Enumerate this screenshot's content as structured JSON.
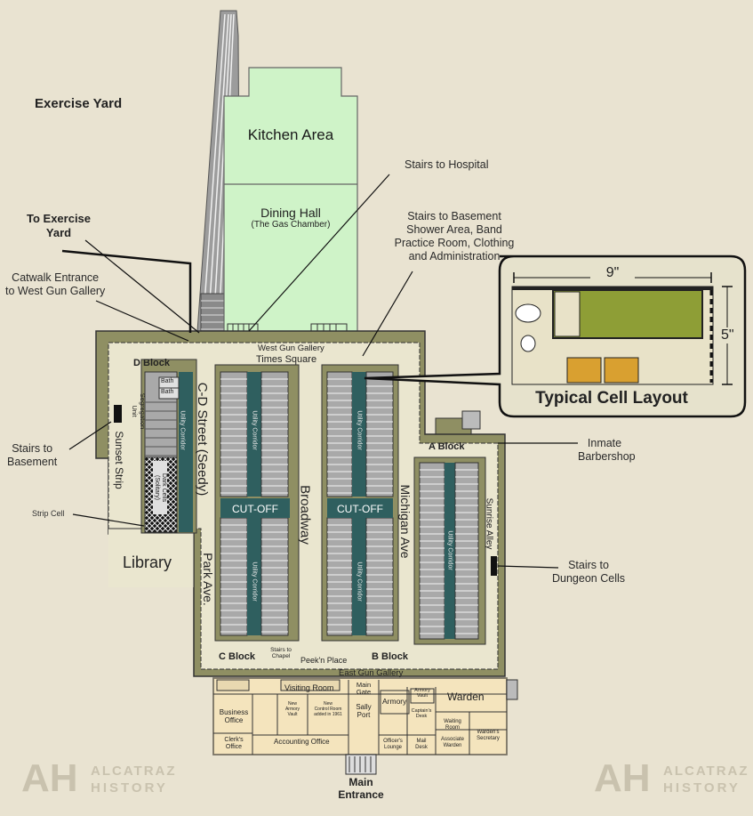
{
  "labels": {
    "exercise_yard": "Exercise Yard",
    "to_exercise_yard": "To Exercise\nYard",
    "catwalk": "Catwalk Entrance\nto West Gun Gallery",
    "stairs_to_basement_left": "Stairs to\nBasement",
    "strip_cell": "Strip Cell",
    "kitchen": "Kitchen Area",
    "dining_hall": "Dining Hall",
    "dining_hall_sub": "(The Gas Chamber)",
    "stairs_to_hospital": "Stairs to Hospital",
    "stairs_to_basement_right": "Stairs to Basement\nShower Area, Band\nPractice Room, Clothing\nand Administration",
    "west_gun_gallery": "West Gun Gallery",
    "times_square": "Times Square",
    "d_block": "D Block",
    "bath1": "Bath",
    "bath2": "Bath",
    "segregation_unit": "Segregation\nUnit",
    "sunset_strip": "Sunset Strip",
    "dark_cells": "Dark Cells\n(Solitary)",
    "utility_corridor": "Utility Corridor",
    "cd_street": "C-D Street (Seedy)",
    "library": "Library",
    "park_ave": "Park Ave.",
    "broadway": "Broadway",
    "michigan_ave": "Michigan Ave",
    "cut_off_left": "CUT-OFF",
    "cut_off_right": "CUT-OFF",
    "a_block": "A Block",
    "sunrise_alley": "Sunrise Alley",
    "inmate_barbershop": "Inmate\nBarbershop",
    "stairs_to_dungeon": "Stairs to\nDungeon Cells",
    "c_block": "C Block",
    "b_block": "B Block",
    "stairs_to_chapel": "Stairs to\nChapel",
    "peekn_place": "Peek'n Place",
    "east_gun_gallery": "East Gun Gallery",
    "visiting_room": "Visiting Room",
    "main_gate": "Main\nGate",
    "armory_vault": "Armory\nVault",
    "armory": "Armory",
    "warden": "Warden",
    "business_office": "Business\nOffice",
    "new_armory_vault": "New\nArmory\nVault",
    "new_control_room": "New\nControl Room\nadded in 1961",
    "sally_port": "Sally\nPort",
    "captains_desk": "Captain's\nDesk",
    "waiting_room": "Waiting\nRoom",
    "wardens_secretary": "Warden's\nSecretary",
    "clerks_office": "Clerk's\nOffice",
    "accounting_office": "Accounting Office",
    "officers_lounge": "Officer's\nLounge",
    "mail_desk": "Mail\nDesk",
    "associate_warden": "Associate\nWarden",
    "main_entrance": "Main\nEntrance",
    "cell_width": "9\"",
    "cell_height": "5\"",
    "typical_cell_layout": "Typical Cell Layout"
  },
  "watermark": {
    "brand_top": "ALCATRAZ",
    "brand_bottom": "HISTORY"
  },
  "colors": {
    "background": "#e9e3d1",
    "green_area": "#cff3c8",
    "olive": "#8f8f63",
    "floor": "#eae6cf",
    "cell_gray": "#a9a9a9",
    "teal": "#2f5f5f",
    "bed": "#8e9e36",
    "seat": "#d9a030",
    "admin_floor": "#f4e4bd"
  }
}
